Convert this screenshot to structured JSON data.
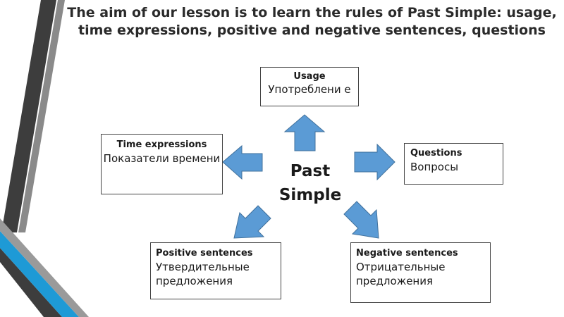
{
  "title": "The aim of our lesson is to learn the rules of Past Simple: usage, time expressions, positive and negative sentences, questions",
  "center": {
    "line1": "Past",
    "line2": "Simple"
  },
  "nodes": {
    "usage": {
      "heading": "Usage",
      "sub": "Употреблени е"
    },
    "time": {
      "heading": "Time expressions",
      "sub": "Показатели времени"
    },
    "questions": {
      "heading": "Questions",
      "sub": "Вопросы"
    },
    "positive": {
      "heading": "Positive sentences",
      "sub": "Утвердительные предложения"
    },
    "negative": {
      "heading": "Negative sentences",
      "sub": "Отрицательные предложения"
    }
  },
  "colors": {
    "arrow_fill": "#5b9bd5",
    "arrow_stroke": "#41719c",
    "stripe_dark": "#3d3d3d",
    "stripe_blue": "#1e9ad6"
  }
}
